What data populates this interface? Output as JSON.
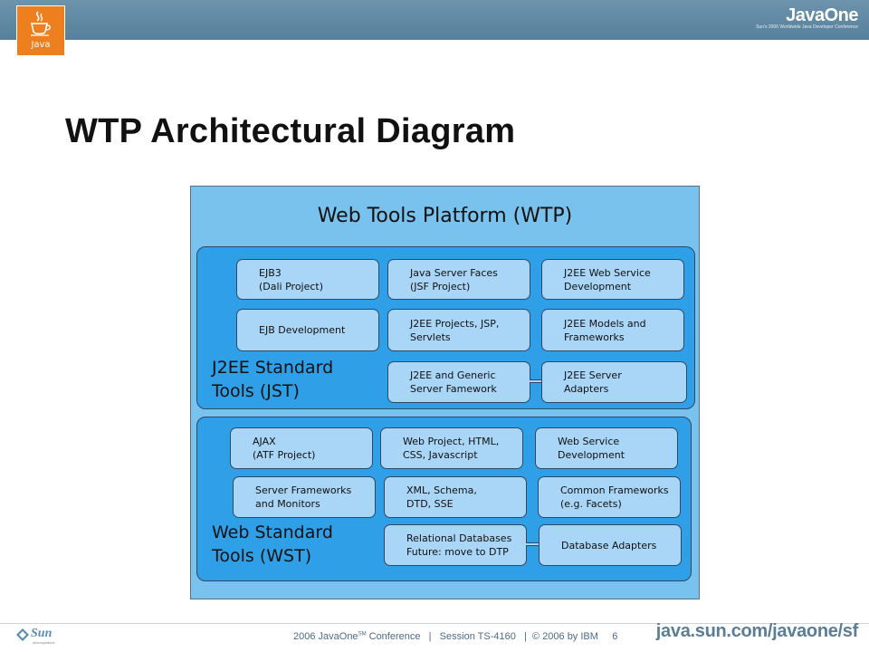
{
  "header": {
    "java_logo_text": "Java",
    "javaone_logo_text": "JavaOne",
    "javaone_tagline": "Sun's 2006 Worldwide Java Developer Conference"
  },
  "slide": {
    "title": "WTP Architectural Diagram"
  },
  "diagram": {
    "title": "Web Tools Platform (WTP)",
    "jst": {
      "label": "J2EE Standard\nTools (JST)",
      "boxes": [
        "EJB3\n(Dali Project)",
        "Java Server Faces\n(JSF Project)",
        "J2EE Web Service\nDevelopment",
        "EJB Development",
        "J2EE Projects, JSP,\nServlets",
        "J2EE Models and\nFrameworks",
        "J2EE and Generic\nServer Famework",
        "J2EE Server\nAdapters"
      ]
    },
    "wst": {
      "label": "Web Standard\nTools (WST)",
      "boxes": [
        "AJAX\n(ATF Project)",
        "Web Project, HTML,\nCSS, Javascript",
        "Web Service\nDevelopment",
        "Server Frameworks\nand Monitors",
        "XML, Schema,\nDTD, SSE",
        "Common Frameworks\n(e.g. Facets)",
        "Relational Databases\nFuture: move to DTP",
        "Database Adapters"
      ]
    }
  },
  "footer": {
    "sun_logo_text": "Sun",
    "sun_tagline": "microsystems",
    "conference_prefix": "2006 JavaOne",
    "conference_sup": "SM",
    "conference_rest": " Conference   |   Session TS-4160   |  © 2006 by IBM     6",
    "url": "java.sun.com/javaone/sf"
  },
  "colors": {
    "header_bar": "#5f88a4",
    "java_orange": "#ee7f1f",
    "diagram_background": "#79c2ee",
    "group_fill": "#2f9fe8",
    "box_fill": "#a9d5f6"
  }
}
